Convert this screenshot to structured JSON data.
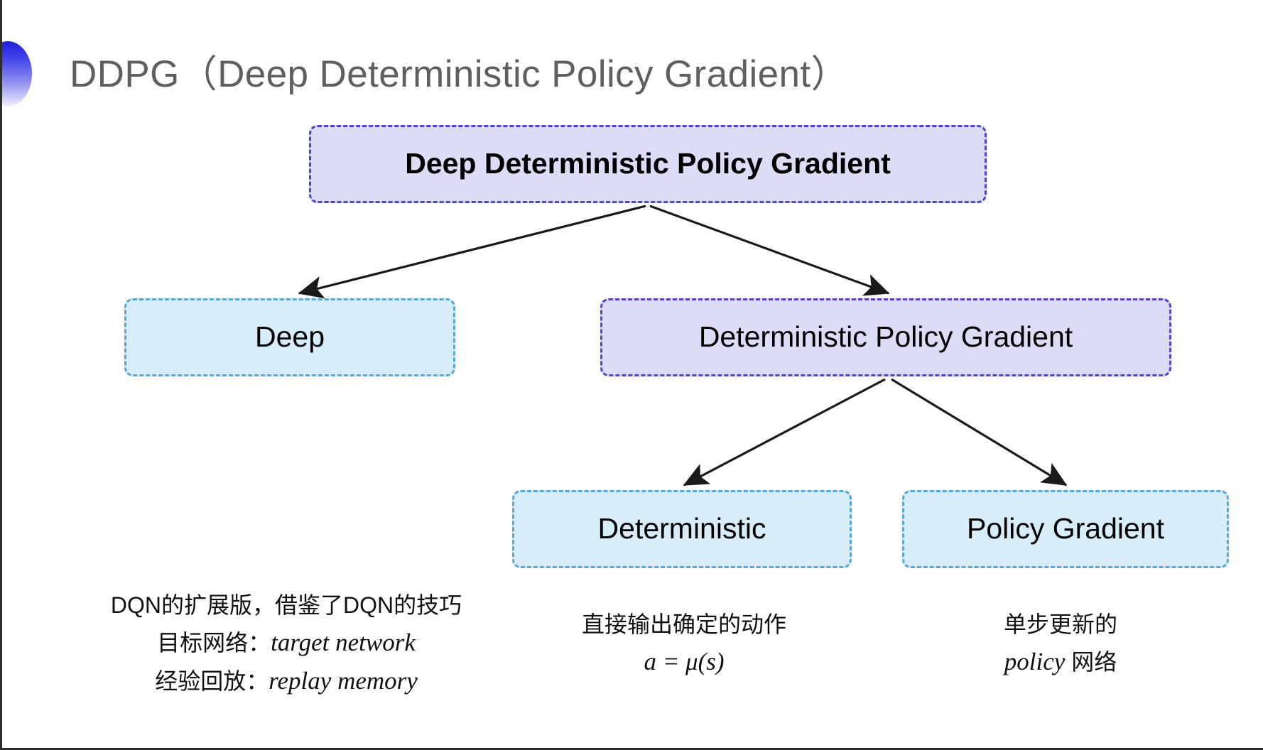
{
  "slide": {
    "title": "DDPG（Deep Deterministic Policy Gradient）",
    "decor_icon": "gradient-half-circle-bullet",
    "colors": {
      "purple_fill": "#dcdcf7",
      "purple_border": "#4b44d4",
      "cyan_fill": "#d7eefa",
      "cyan_border": "#55a8dd",
      "title_text": "#5f5f5f",
      "arrow": "#1a1a1a",
      "background": "#ffffff"
    }
  },
  "diagram": {
    "type": "tree",
    "nodes": [
      {
        "id": "ddpg",
        "label": "Deep Deterministic Policy Gradient",
        "style": "purple",
        "level": 0
      },
      {
        "id": "deep",
        "label": "Deep",
        "style": "cyan",
        "level": 1
      },
      {
        "id": "dpg",
        "label": "Deterministic Policy Gradient",
        "style": "purple",
        "level": 1
      },
      {
        "id": "deterministic",
        "label": "Deterministic",
        "style": "cyan",
        "level": 2
      },
      {
        "id": "policy_gradient",
        "label": "Policy Gradient",
        "style": "cyan",
        "level": 2
      }
    ],
    "edges": [
      {
        "from": "ddpg",
        "to": "deep"
      },
      {
        "from": "ddpg",
        "to": "dpg"
      },
      {
        "from": "dpg",
        "to": "deterministic"
      },
      {
        "from": "dpg",
        "to": "policy_gradient"
      }
    ]
  },
  "captions": {
    "deep": {
      "line1": "DQN的扩展版，借鉴了DQN的技巧",
      "line2_prefix": "目标网络：",
      "line2_italic": "target network",
      "line3_prefix": "经验回放：",
      "line3_italic": "replay memory"
    },
    "deterministic": {
      "line1": "直接输出确定的动作",
      "line2_italic": "a = μ(s)"
    },
    "policy_gradient": {
      "line1": "单步更新的",
      "line2_italic": "policy",
      "line2_suffix": " 网络"
    }
  }
}
